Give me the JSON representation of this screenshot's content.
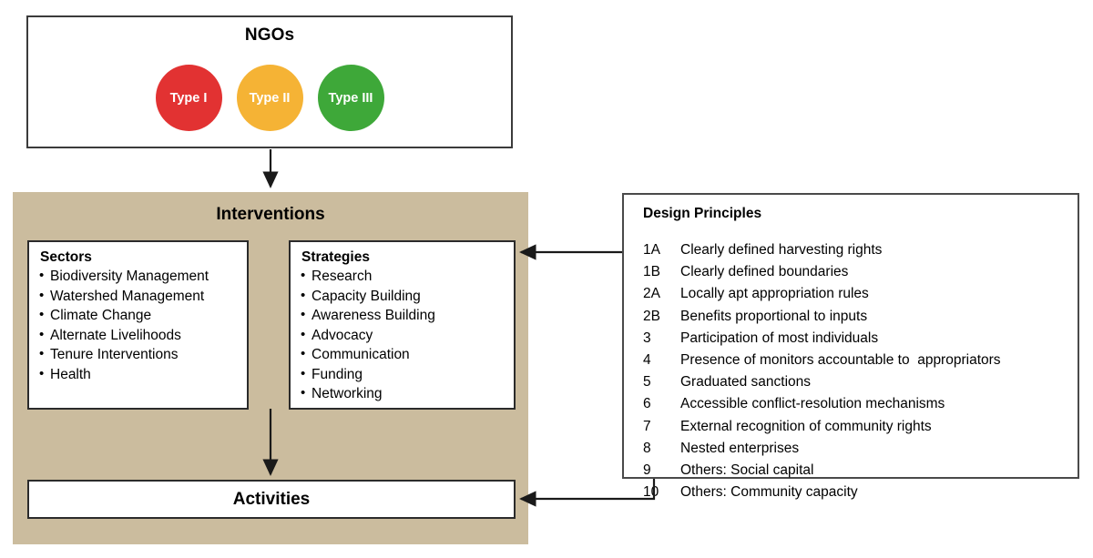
{
  "ngo": {
    "title": "NGOs",
    "types": [
      {
        "label": "Type I",
        "color": "#e23232"
      },
      {
        "label": "Type II",
        "color": "#f5b335"
      },
      {
        "label": "Type III",
        "color": "#3ea839"
      }
    ]
  },
  "interventions": {
    "title": "Interventions",
    "panel_color": "#cbbc9e",
    "sectors": {
      "heading": "Sectors",
      "items": [
        "Biodiversity Management",
        "Watershed Management",
        "Climate Change",
        "Alternate Livelihoods",
        "Tenure Interventions",
        "Health"
      ]
    },
    "strategies": {
      "heading": "Strategies",
      "items": [
        "Research",
        "Capacity Building",
        "Awareness Building",
        "Advocacy",
        "Communication",
        "Funding",
        "Networking"
      ]
    }
  },
  "activities": {
    "label": "Activities"
  },
  "design_principles": {
    "title": "Design Principles",
    "items": [
      {
        "num": "1A",
        "text": "Clearly defined harvesting rights"
      },
      {
        "num": "1B",
        "text": "Clearly defined boundaries"
      },
      {
        "num": "2A",
        "text": "Locally apt appropriation rules"
      },
      {
        "num": "2B",
        "text": "Benefits proportional to inputs"
      },
      {
        "num": "3",
        "text": "Participation of most individuals"
      },
      {
        "num": "4",
        "text": "Presence of monitors accountable to  appropriators"
      },
      {
        "num": "5",
        "text": "Graduated sanctions"
      },
      {
        "num": "6",
        "text": "Accessible conflict-resolution mechanisms"
      },
      {
        "num": "7",
        "text": "External recognition of community rights"
      },
      {
        "num": "8",
        "text": "Nested enterprises"
      },
      {
        "num": "9",
        "text": "Others: Social capital"
      },
      {
        "num": "10",
        "text": "Others: Community capacity"
      }
    ]
  }
}
